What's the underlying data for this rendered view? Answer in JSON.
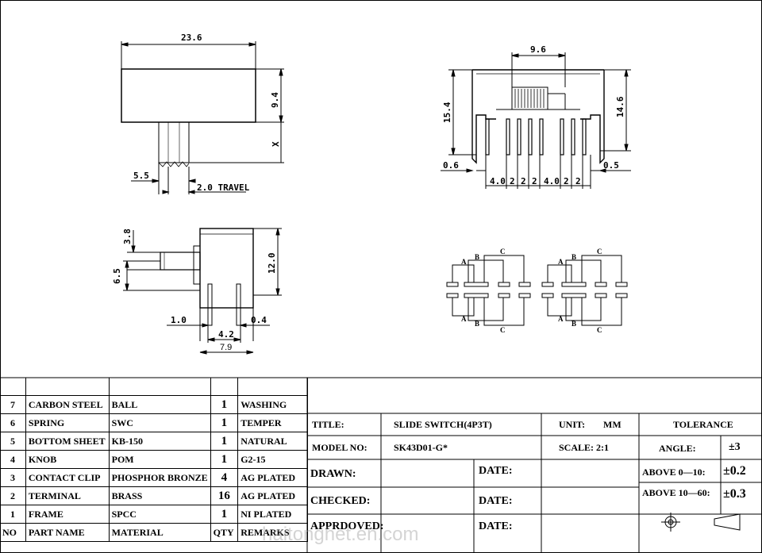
{
  "top_view": {
    "width": "23.6",
    "height": "9.4",
    "x_mark": "X",
    "knob_width": "5.5",
    "travel": "2.0 TRAVEL"
  },
  "front_view": {
    "knob_span": "9.6",
    "left_height": "15.4",
    "right_height": "14.6",
    "left_offset": "0.6",
    "right_offset": "0.5",
    "pitch_labels": [
      "4.0",
      "2",
      "2",
      "2",
      "4.0",
      "2",
      "2"
    ]
  },
  "side_view": {
    "knob_height": "3.8",
    "knob_center": "6.5",
    "body_height": "12.0",
    "pin_left": "1.0",
    "pin_right": "0.4",
    "pin_pitch": "4.2",
    "base_width": "7.9"
  },
  "schematic": {
    "labels": [
      "A",
      "B",
      "C"
    ]
  },
  "bom": {
    "rows": [
      {
        "no": "7",
        "name": "CARBON STEEL",
        "material": "BALL",
        "qty": "1",
        "remarks": "WASHING"
      },
      {
        "no": "6",
        "name": "SPRING",
        "material": "SWC",
        "qty": "1",
        "remarks": "TEMPER"
      },
      {
        "no": "5",
        "name": "BOTTOM SHEET",
        "material": "KB-150",
        "qty": "1",
        "remarks": "NATURAL"
      },
      {
        "no": "4",
        "name": "KNOB",
        "material": "POM",
        "qty": "1",
        "remarks": "G2-15"
      },
      {
        "no": "3",
        "name": "CONTACT CLIP",
        "material": "PHOSPHOR BRONZE",
        "qty": "4",
        "remarks": "AG PLATED"
      },
      {
        "no": "2",
        "name": "TERMINAL",
        "material": "BRASS",
        "qty": "16",
        "remarks": "AG PLATED"
      },
      {
        "no": "1",
        "name": "FRAME",
        "material": "SPCC",
        "qty": "1",
        "remarks": "NI PLATED"
      }
    ],
    "header": {
      "no": "NO",
      "name": "PART NAME",
      "material": "MATERIAL",
      "qty": "QTY",
      "remarks": "REMARKS"
    }
  },
  "title_block": {
    "title_label": "TITLE:",
    "title_value": "SLIDE SWITCH(4P3T)",
    "unit_label": "UNIT:",
    "unit_value": "MM",
    "tolerance": "TOLERANCE",
    "model_label": "MODEL NO:",
    "model_value": "SK43D01-G*",
    "scale": "SCALE: 2:1",
    "angle_label": "ANGLE:",
    "angle_value": "±3",
    "drawn": "DRAWN:",
    "checked": "CHECKED:",
    "approved": "APPRDOVED:",
    "date": "DATE:",
    "tol1_label": "ABOVE 0—10:",
    "tol1_value": "±0.2",
    "tol2_label": "ABOVE 10—60:",
    "tol2_value": "±0.3"
  },
  "watermark": "haitonghet.en.com"
}
